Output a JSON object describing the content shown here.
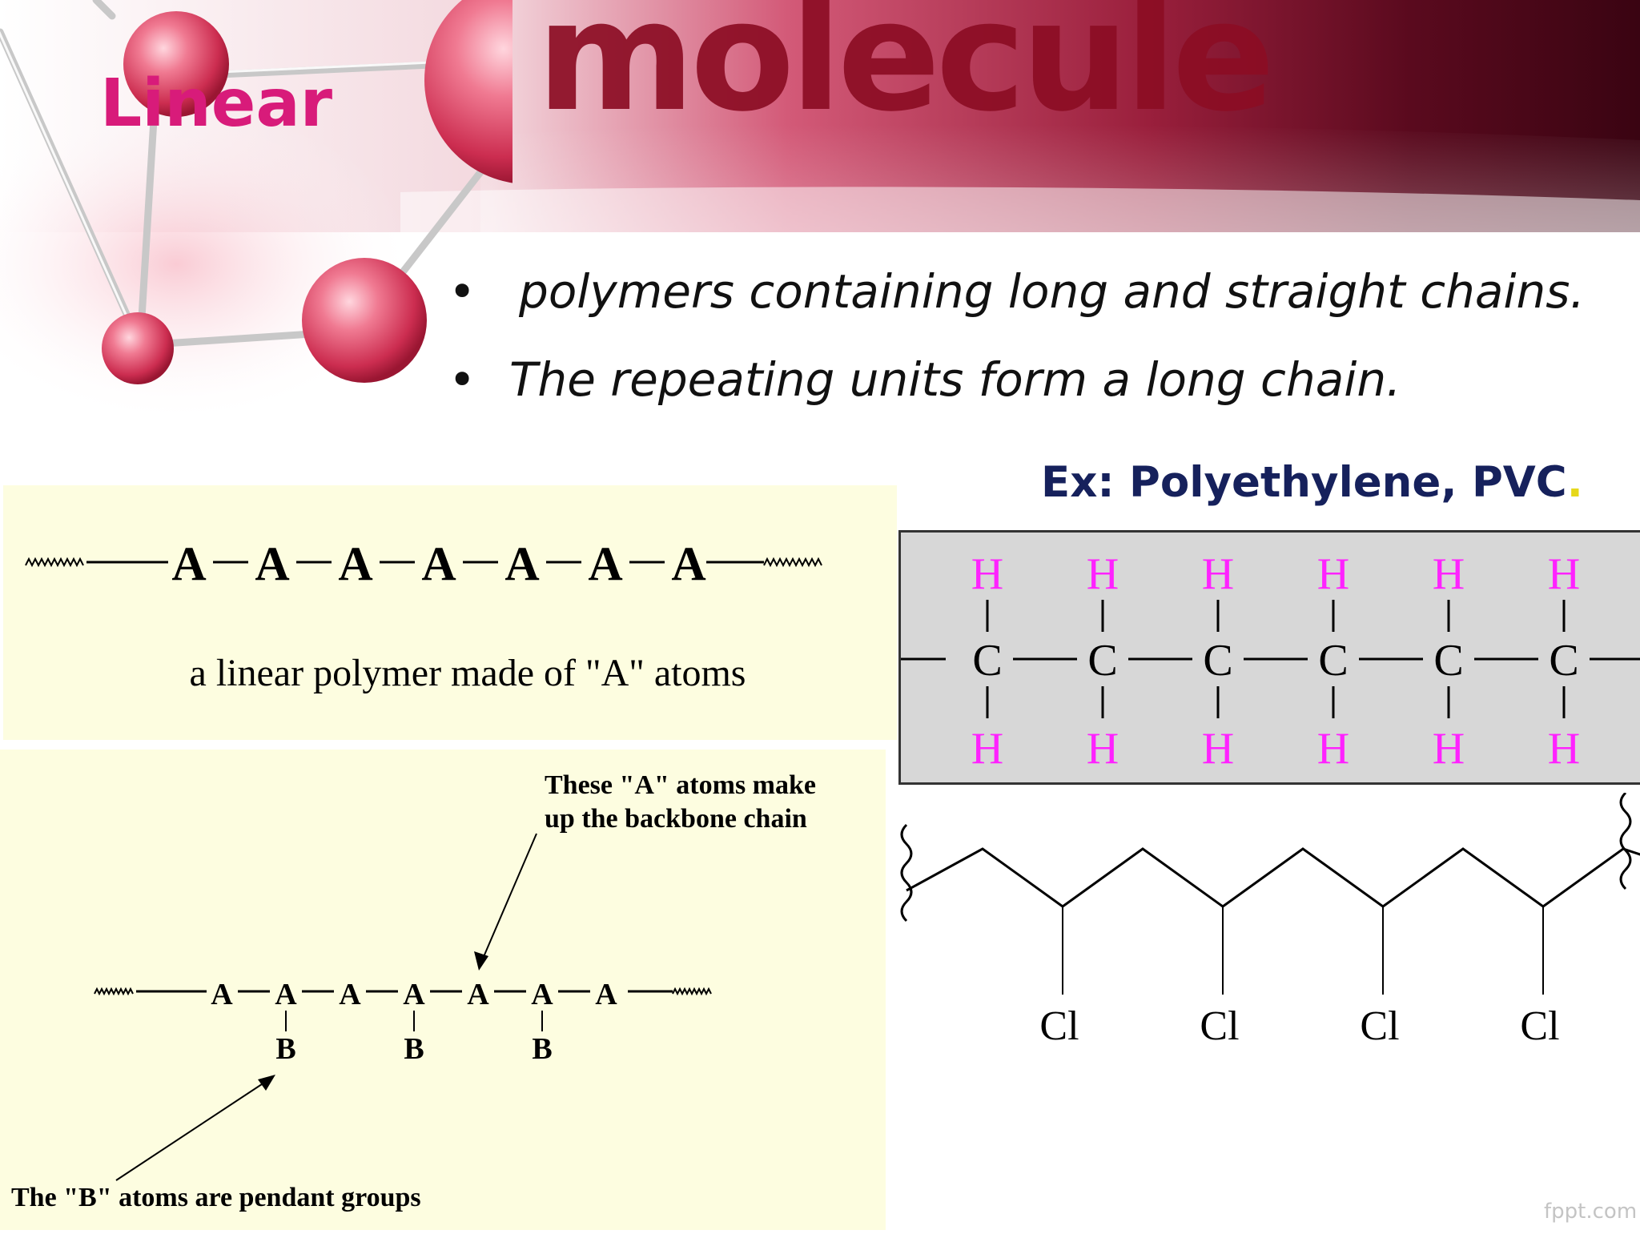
{
  "slide": {
    "banner_word": "molecule",
    "title": "Linear",
    "bullets": [
      "polymers containing long and straight chains.",
      "The repeating units form a long chain."
    ],
    "example": {
      "text": "Ex: Polyethylene, PVC",
      "trailing": "."
    },
    "colors": {
      "title": "#d81b7a",
      "banner_word": "#8c0d24",
      "example": "#16215c",
      "hydrogen": "#ff22ff",
      "panel_bg": "#fdfde0",
      "pe_bg": "#d7d7d7"
    },
    "watermark": "fppt.com"
  },
  "linear_diagram": {
    "atom": "A",
    "atom_count": 7,
    "caption": "a linear polymer made of \"A\" atoms"
  },
  "pendant_diagram": {
    "backbone_atom": "A",
    "pendant_atom": "B",
    "atom_count": 7,
    "pendant_positions": [
      2,
      4,
      6
    ],
    "backbone_note": [
      "These \"A\" atoms make",
      "up the backbone chain"
    ],
    "pendant_note": "The \"B\" atoms are pendant groups"
  },
  "polyethylene": {
    "carbon": "C",
    "hydrogen": "H",
    "units": 6
  },
  "pvc": {
    "substituent": "Cl",
    "count": 4
  }
}
